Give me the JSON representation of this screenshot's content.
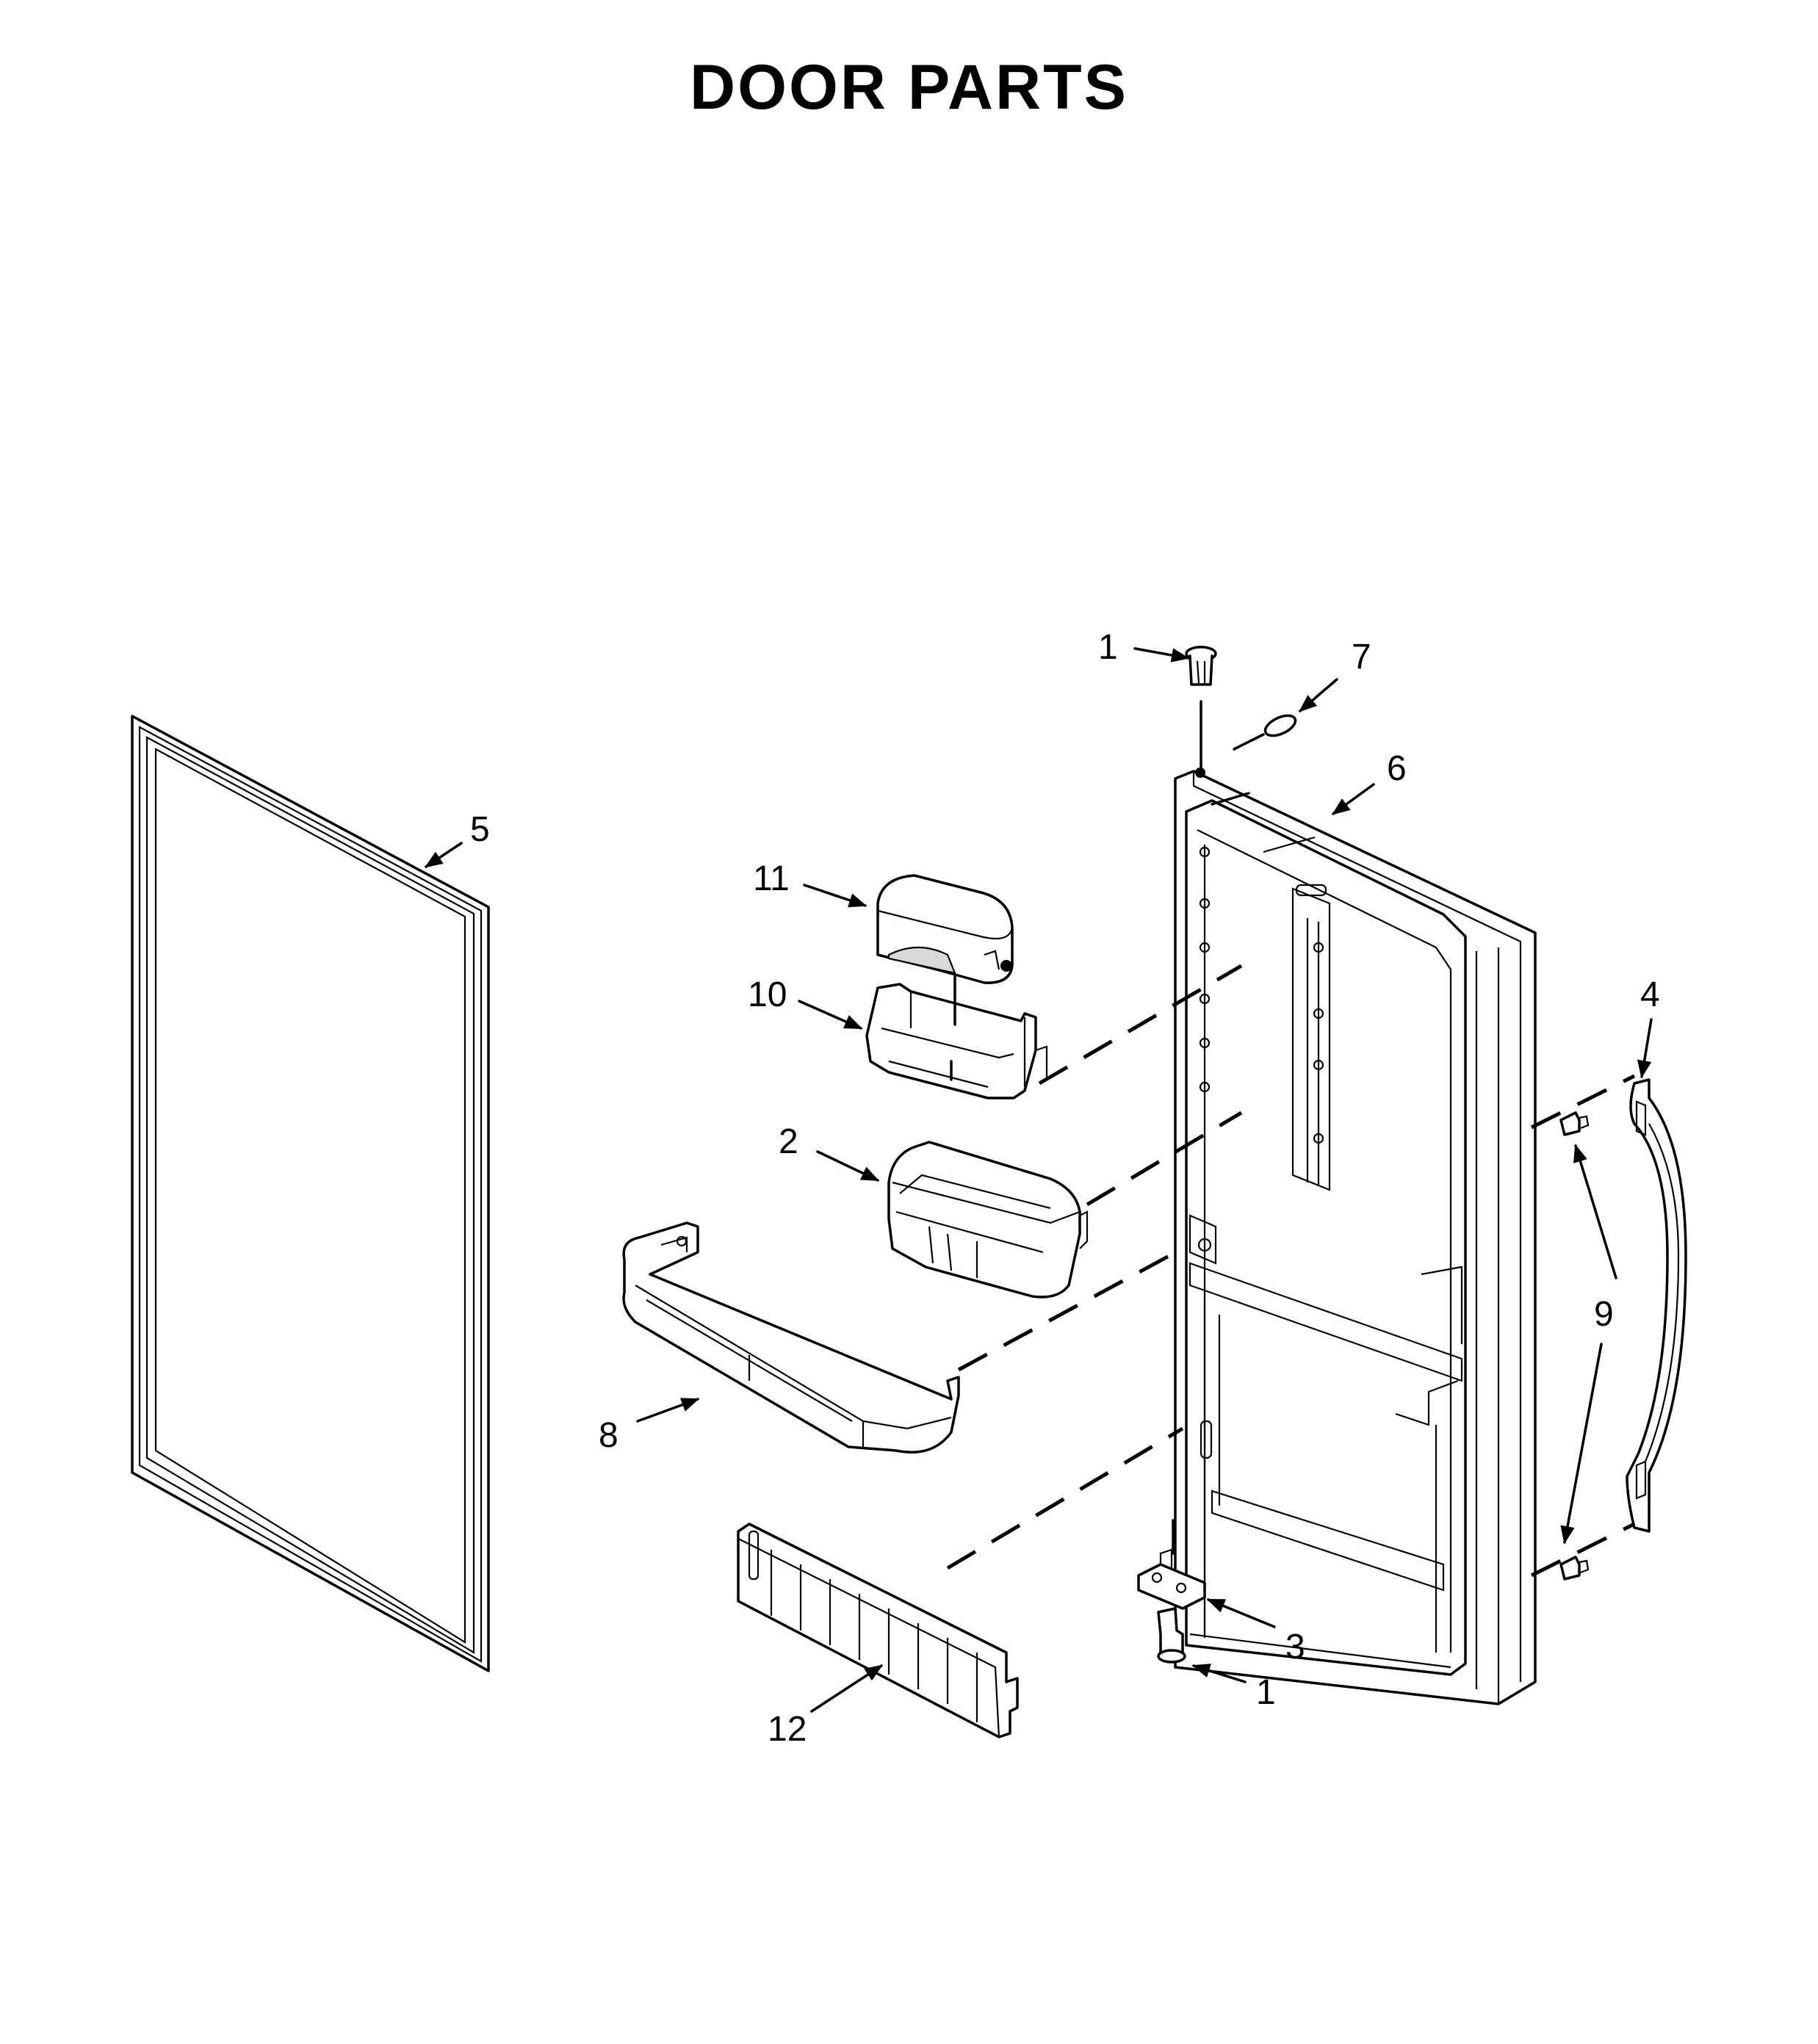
{
  "title": "DOOR PARTS",
  "callouts": {
    "c1_top": "1",
    "c7": "7",
    "c6": "6",
    "c5": "5",
    "c11": "11",
    "c10": "10",
    "c4": "4",
    "c2": "2",
    "c9": "9",
    "c8": "8",
    "c3": "3",
    "c1_bottom": "1",
    "c12": "12"
  }
}
